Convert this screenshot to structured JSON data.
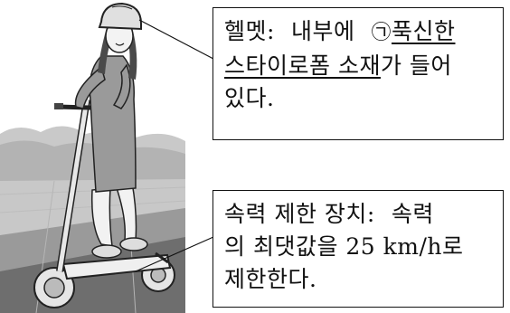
{
  "helmet_callout": {
    "label": "헬멧",
    "colon": ":",
    "line1_plain": "내부에",
    "marker": "㉠",
    "line1_underlined": "푹신한",
    "line2_underlined": "스타이로폼 소재",
    "line2_plain": "가 들어",
    "line3": "있다."
  },
  "speed_callout": {
    "label": "속력 제한 장치",
    "colon": ":",
    "line1_plain": "속력",
    "line2": "의 최댓값을 25 km/h로",
    "line3": "제한한다."
  }
}
